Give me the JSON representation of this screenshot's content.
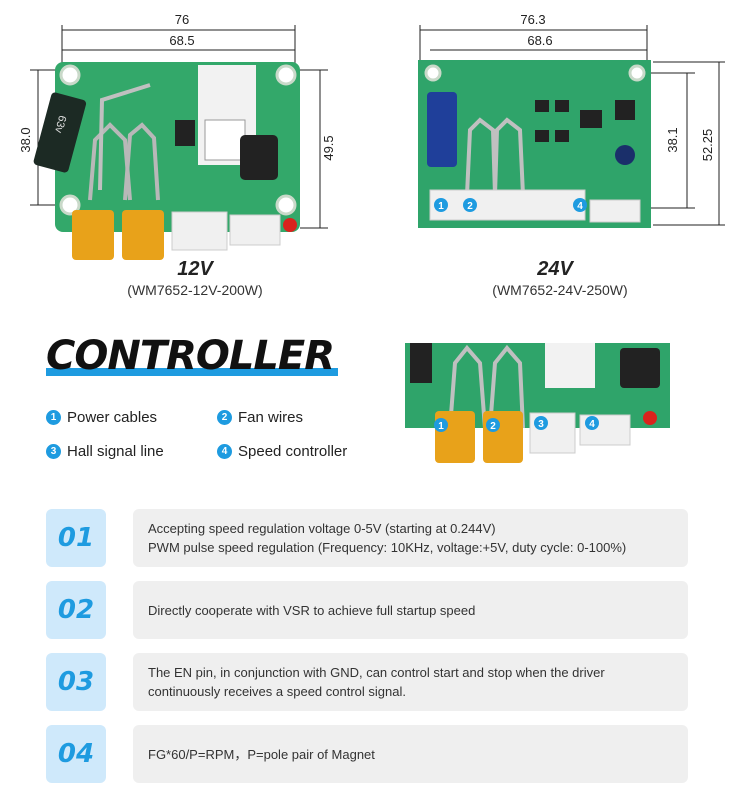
{
  "boards": [
    {
      "dims": {
        "top_outer": "76",
        "top_inner": "68.5",
        "left": "38.0",
        "right": "49.5"
      },
      "title": "12V",
      "model": "(WM7652-12V-200W)"
    },
    {
      "dims": {
        "top_outer": "76.3",
        "top_inner": "68.6",
        "left": "38.1",
        "right": "52.25"
      },
      "title": "24V",
      "model": "(WM7652-24V-250W)"
    }
  ],
  "heading": "CONTROLLER",
  "legend": [
    {
      "num": "1",
      "label": "Power cables"
    },
    {
      "num": "2",
      "label": "Fan wires"
    },
    {
      "num": "3",
      "label": "Hall signal line"
    },
    {
      "num": "4",
      "label": "Speed controller"
    }
  ],
  "features": [
    {
      "num": "01",
      "lines": [
        "Accepting speed regulation voltage 0-5V (starting at 0.244V)",
        "PWM pulse speed regulation (Frequency: 10KHz, voltage:+5V, duty cycle: 0-100%)"
      ]
    },
    {
      "num": "02",
      "lines": [
        "Directly cooperate with VSR to achieve full startup speed"
      ]
    },
    {
      "num": "03",
      "lines": [
        "The EN pin, in conjunction with GND, can control start and stop when the driver",
        "continuously receives a speed control signal."
      ]
    },
    {
      "num": "04",
      "lines": [
        "FG*60/P=RPM，P=pole pair of Magnet"
      ]
    }
  ],
  "colors": {
    "accent": "#1e9be0",
    "pcb": "#2fa46a",
    "connector": "#e8a21a",
    "feature_bg": "#efefef",
    "number_bg": "#cfe9fb"
  }
}
